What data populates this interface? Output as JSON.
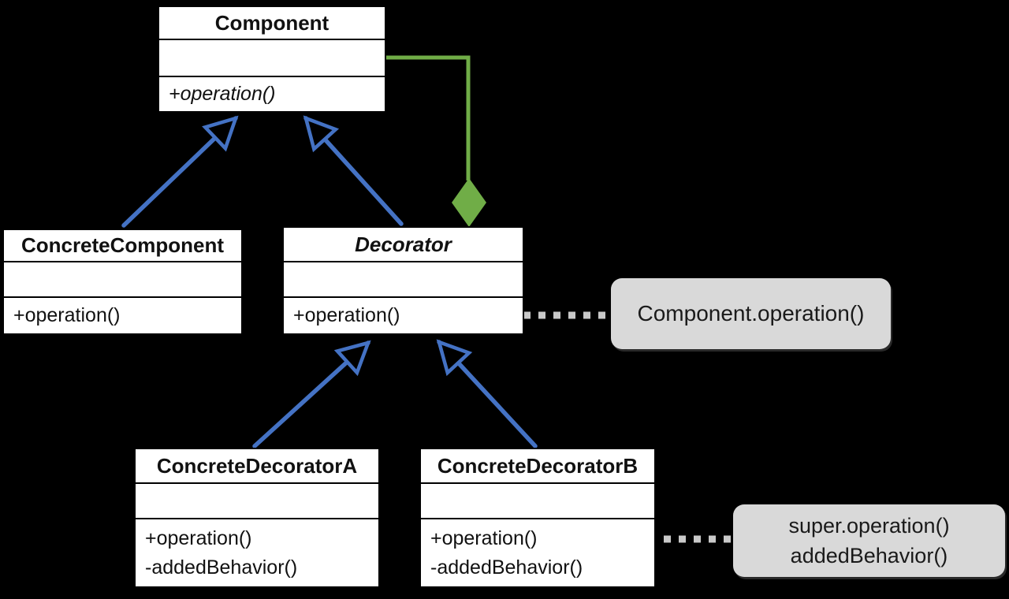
{
  "diagram_type": "uml-class-diagram",
  "classes": {
    "component": {
      "name": "Component",
      "methods": [
        "+operation()"
      ]
    },
    "concrete_component": {
      "name": "ConcreteComponent",
      "methods": [
        "+operation()"
      ]
    },
    "decorator": {
      "name": "Decorator",
      "methods": [
        "+operation()"
      ]
    },
    "concrete_decorator_a": {
      "name": "ConcreteDecoratorA",
      "methods": [
        "+operation()",
        "-addedBehavior()"
      ]
    },
    "concrete_decorator_b": {
      "name": "ConcreteDecoratorB",
      "methods": [
        "+operation()",
        "-addedBehavior()"
      ]
    }
  },
  "notes": {
    "decorator_operation": {
      "line1": "Component.operation()"
    },
    "concrete_decorator_b_operation": {
      "line1": "super.operation()",
      "line2": "addedBehavior()"
    }
  },
  "colors": {
    "inheritance_arrow": "#4472c4",
    "aggregation": "#70ad47",
    "note_background": "#d9d9d9",
    "connector_dot": "#c9c9c9",
    "background": "#000000",
    "class_fill": "#ffffff",
    "class_border": "#000000"
  }
}
